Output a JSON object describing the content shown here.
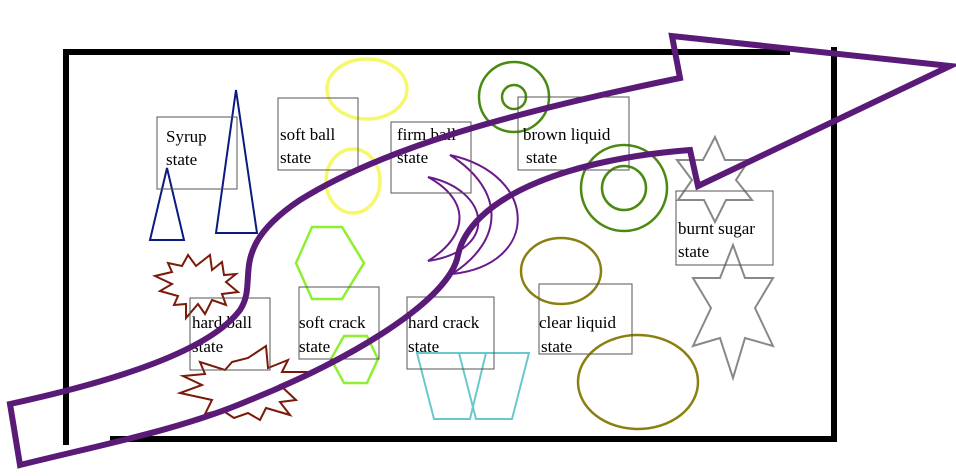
{
  "title": "Sugar cooking stages diagram",
  "states": [
    {
      "id": "syrup",
      "line1": "Syrup",
      "line2": "state"
    },
    {
      "id": "soft-ball",
      "line1": "soft ball",
      "line2": "state"
    },
    {
      "id": "firm-ball",
      "line1": "firm ball",
      "line2": "state"
    },
    {
      "id": "brown-liquid",
      "line1": "brown liquid",
      "line2": "state"
    },
    {
      "id": "burnt-sugar",
      "line1": "burnt sugar",
      "line2": "state"
    },
    {
      "id": "hard-ball",
      "line1": "hard ball",
      "line2": "state"
    },
    {
      "id": "soft-crack",
      "line1": "soft crack",
      "line2": "state"
    },
    {
      "id": "hard-crack",
      "line1": "hard crack",
      "line2": "state"
    },
    {
      "id": "clear-liquid",
      "line1": "clear liquid",
      "line2": "state"
    }
  ],
  "colors": {
    "frame": "#000000",
    "arrow": "#5a1a78",
    "syrup_shape": "#0a1a80",
    "soft_ball_shape": "#f7f76a",
    "firm_ball_shape": "#6a1a8a",
    "brown_liquid_shape": "#4a8a10",
    "burnt_sugar_shape": "#888888",
    "hard_ball_shape": "#7a1a08",
    "soft_crack_shape": "#8ef030",
    "hard_crack_shape": "#6ac8cc",
    "clear_liquid_shape": "#8a8010",
    "label_box": "#555555"
  }
}
